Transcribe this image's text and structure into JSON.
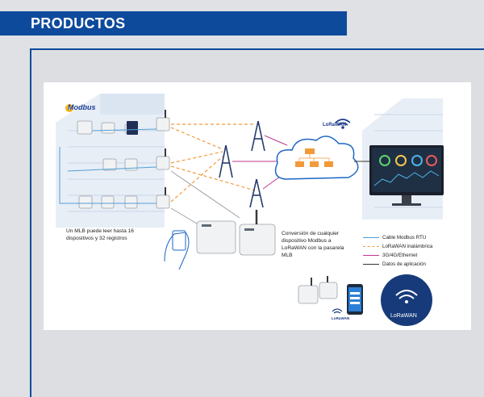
{
  "header": {
    "title": "PRODUCTOS"
  },
  "diagram": {
    "brand": "Modbus",
    "caption_left": "Un MLB puede leer hasta 16 dispositivos y 32 registros",
    "caption_mid": "Conversión de cualquier dispositivo Modbus a LoRaWAN con la pasarela MLB",
    "network_label": "LoRaWAN",
    "badge_label": "LoRaWAN",
    "phone_label": "LoRaWAN",
    "legend": [
      {
        "label": "Cable Modbus RTU",
        "color": "#4f9fd8",
        "style": "solid"
      },
      {
        "label": "LoRaWAN inalámbrica",
        "color": "#f29a3a",
        "style": "dashed"
      },
      {
        "label": "3G/4G/Ethernet",
        "color": "#c2388f",
        "style": "solid"
      },
      {
        "label": "Datos de aplicación",
        "color": "#333333",
        "style": "solid"
      }
    ],
    "colors": {
      "brand_blue": "#0d4a9c",
      "modbus_line": "#4f9fd8",
      "lorawan_line": "#f29a3a",
      "cellular_line": "#c2388f",
      "app_line": "#333333",
      "cloud": "#1d64c4",
      "badge": "#173b7a"
    }
  }
}
